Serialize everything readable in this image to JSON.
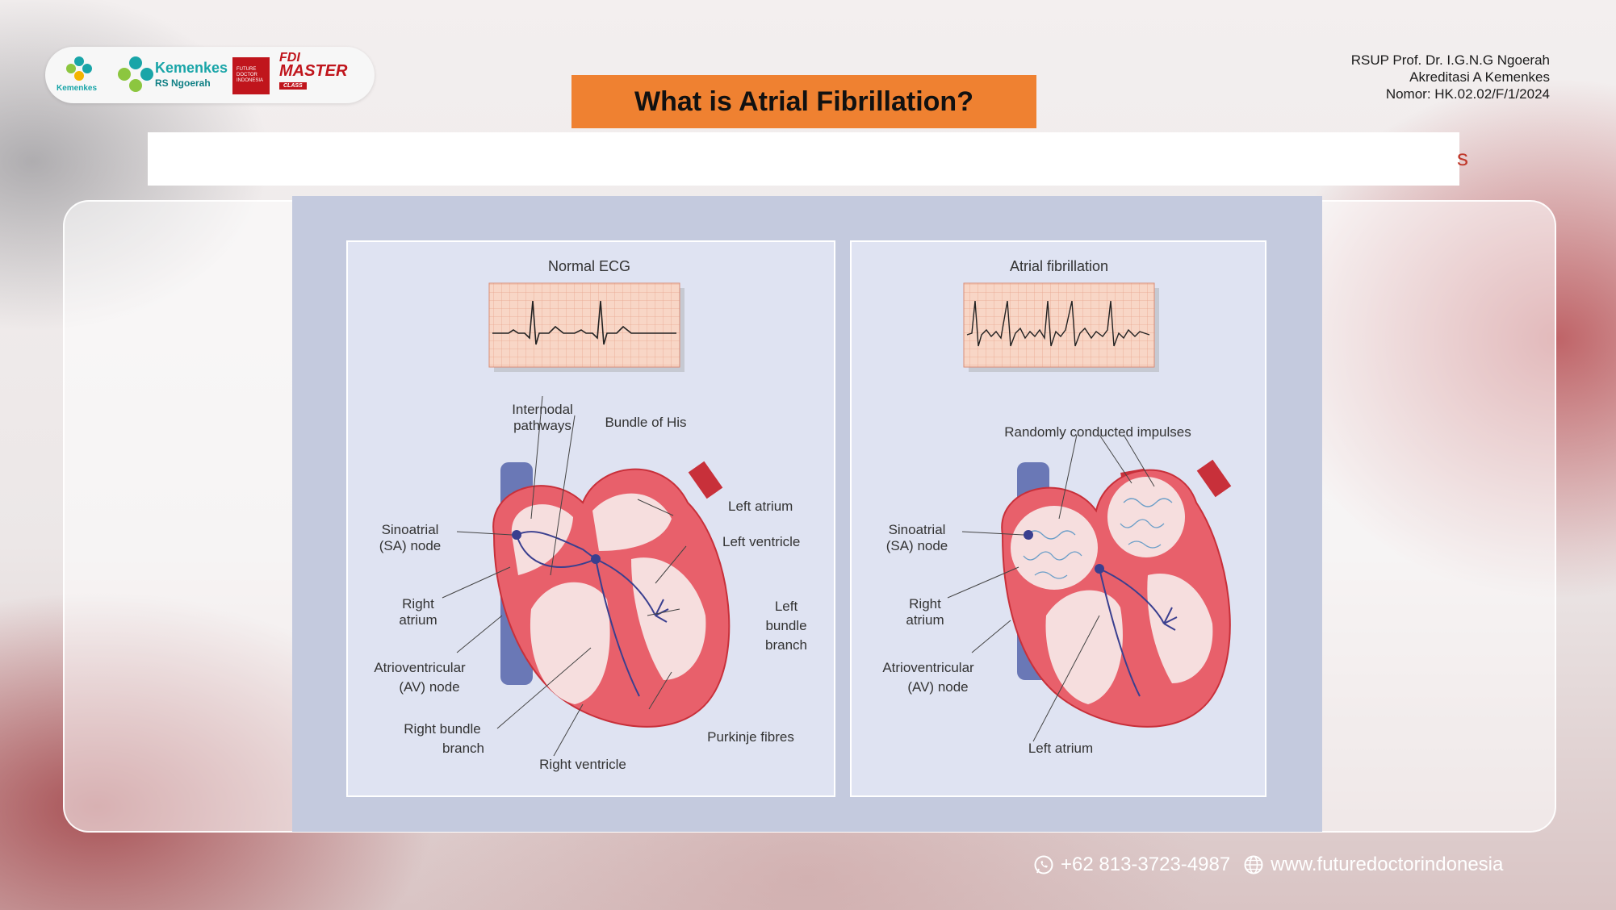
{
  "header": {
    "logos": {
      "kemenkes_small": "Kemenkes",
      "kemenkes_name": "Kemenkes",
      "kemenkes_sub": "RS Ngoerah",
      "fdi_box_text": "FUTURE DOCTOR INDONESIA",
      "master_line1": "FDI",
      "master_line2": "MASTER",
      "master_line3": "CLASS"
    },
    "hospital_lines": [
      "RSUP Prof. Dr. I.G.N.G Ngoerah",
      "Akreditasi A Kemenkes",
      "Nomor: HK.02.02/F/1/2024"
    ]
  },
  "slide": {
    "title": "What is Atrial Fibrillation?",
    "strip_fragment": "s"
  },
  "diagram": {
    "left_panel": {
      "title": "Normal ECG",
      "labels": {
        "internodal": [
          "Internodal",
          "pathways"
        ],
        "bundle_his": "Bundle of His",
        "left_atrium": "Left atrium",
        "left_ventricle": "Left ventricle",
        "sa_node": [
          "Sinoatrial",
          "(SA) node"
        ],
        "right_atrium": [
          "Right",
          "atrium"
        ],
        "left_bundle": [
          "Left",
          "bundle",
          "branch"
        ],
        "av_node": [
          "Atrioventricular",
          "(AV) node"
        ],
        "right_bundle": [
          "Right bundle",
          "branch"
        ],
        "purkinje": "Purkinje fibres",
        "right_ventricle": "Right ventricle"
      }
    },
    "right_panel": {
      "title": "Atrial fibrillation",
      "labels": {
        "random": "Randomly conducted impulses",
        "sa_node": [
          "Sinoatrial",
          "(SA) node"
        ],
        "right_atrium": [
          "Right",
          "atrium"
        ],
        "av_node": [
          "Atrioventricular",
          "(AV) node"
        ],
        "left_atrium": "Left atrium"
      }
    },
    "colors": {
      "panel_bg": "#dfe3f2",
      "frame_bg": "#c4cade",
      "heart_wall": "#e8606b",
      "heart_inner": "#f6dede",
      "vessel_blue": "#6a78b6",
      "conduction": "#3a3f8f",
      "ecg_grid": "#f3c6b3",
      "accent_orange": "#ef8131"
    }
  },
  "footer": {
    "phone": "+62 813-3723-4987",
    "website": "www.futuredoctorindonesia"
  }
}
